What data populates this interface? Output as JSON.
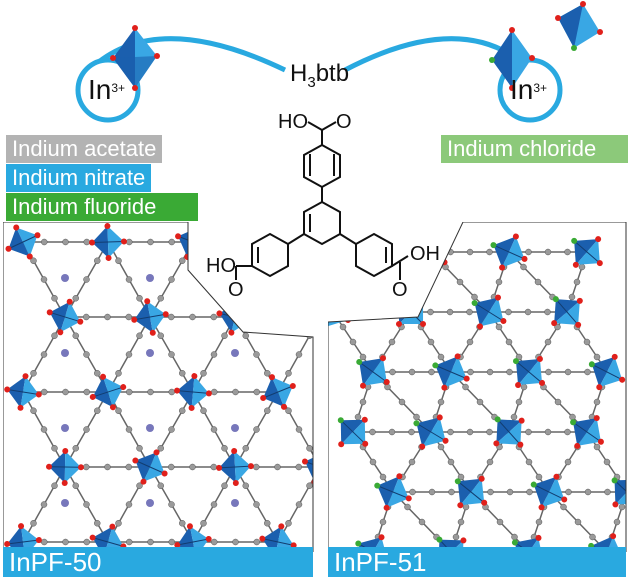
{
  "ligand": {
    "main": "H",
    "sub": "3",
    "rest": "btb"
  },
  "ions": {
    "left": {
      "symbol": "In",
      "charge": "3+"
    },
    "right": {
      "symbol": "In",
      "charge": "3+"
    }
  },
  "salts_left": [
    {
      "label": "Indium acetate",
      "color": "#b3b3b3"
    },
    {
      "label": "Indium nitrate",
      "color": "#29a9e0"
    },
    {
      "label": "Indium fluoride",
      "color": "#3aaa35"
    }
  ],
  "salts_right": [
    {
      "label": "Indium chloride",
      "color": "#8cc97a"
    }
  ],
  "molecule": {
    "top_group": "HO",
    "top_o": "O",
    "left_group": "HO",
    "left_o": "O",
    "right_group": "OH",
    "right_o": "O"
  },
  "products": {
    "left": "InPF-50",
    "right": "InPF-51"
  },
  "colors": {
    "arc": "#29a9e0",
    "octa_dark": "#1b5fae",
    "octa_light": "#39a7e4",
    "oxygen": "#e0201b",
    "chloride": "#3aaa35",
    "carbon": "#9a9a9a",
    "nitrogen": "#7777bb"
  }
}
